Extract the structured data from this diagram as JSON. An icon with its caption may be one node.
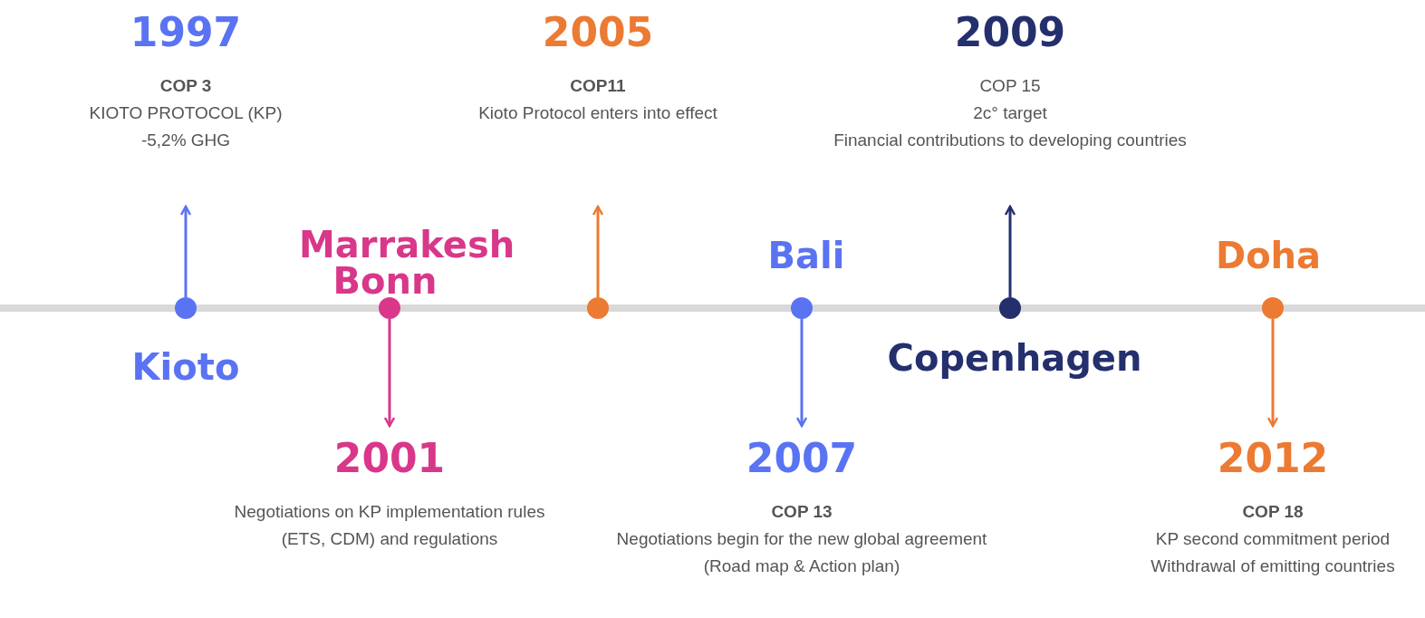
{
  "diagram": {
    "nodes": [
      {
        "text": [],
        "shape": "circle",
        "beside": [
          "Kioto"
        ]
      },
      {
        "text": [
          "1997",
          "COP 3",
          "KIOTO PROTOCOL (KP)",
          "-5,2% GHG"
        ]
      },
      {
        "text": [],
        "shape": "circle",
        "beside": [
          "Marrakesh Bonn"
        ]
      },
      {
        "text": [
          "2001",
          "Negotiations on KP implementation rules (ETS, CDM) and regulations"
        ]
      },
      {
        "text": [],
        "shape": "circle"
      },
      {
        "text": [
          "2005",
          "COP11",
          "Kioto Protocol enters into effect"
        ]
      },
      {
        "text": [],
        "shape": "circle",
        "beside": [
          "Bali"
        ]
      },
      {
        "text": [
          "2007",
          "COP 13",
          "Negotiations begin for the new global agreement (Road map & Action plan)"
        ]
      },
      {
        "text": [],
        "shape": "circle",
        "beside": [
          "Copenhagen"
        ]
      },
      {
        "text": [
          "2009",
          "COP 15",
          "2c° target",
          "Financial contributions to developing countries"
        ]
      },
      {
        "text": [],
        "shape": "circle",
        "beside": [
          "Doha"
        ]
      },
      {
        "text": [
          "2012",
          "COP 18",
          "KP second commitment period",
          "Withdrawal of emitting countries"
        ]
      }
    ],
    "edges": [
      {
        "from": 0,
        "to": 1,
        "arrow": "to",
        "color": "#5a73f3"
      },
      {
        "from": 2,
        "to": 3,
        "arrow": "to",
        "color": "#d9378a"
      },
      {
        "from": 4,
        "to": 5,
        "arrow": "to",
        "color": "#ec7a32"
      },
      {
        "from": 6,
        "to": 7,
        "arrow": "to",
        "color": "#5a73f3"
      },
      {
        "from": 8,
        "to": 9,
        "arrow": "to",
        "color": "#242f6e"
      },
      {
        "from": 10,
        "to": 11,
        "arrow": "to",
        "color": "#ec7a32"
      }
    ]
  }
}
